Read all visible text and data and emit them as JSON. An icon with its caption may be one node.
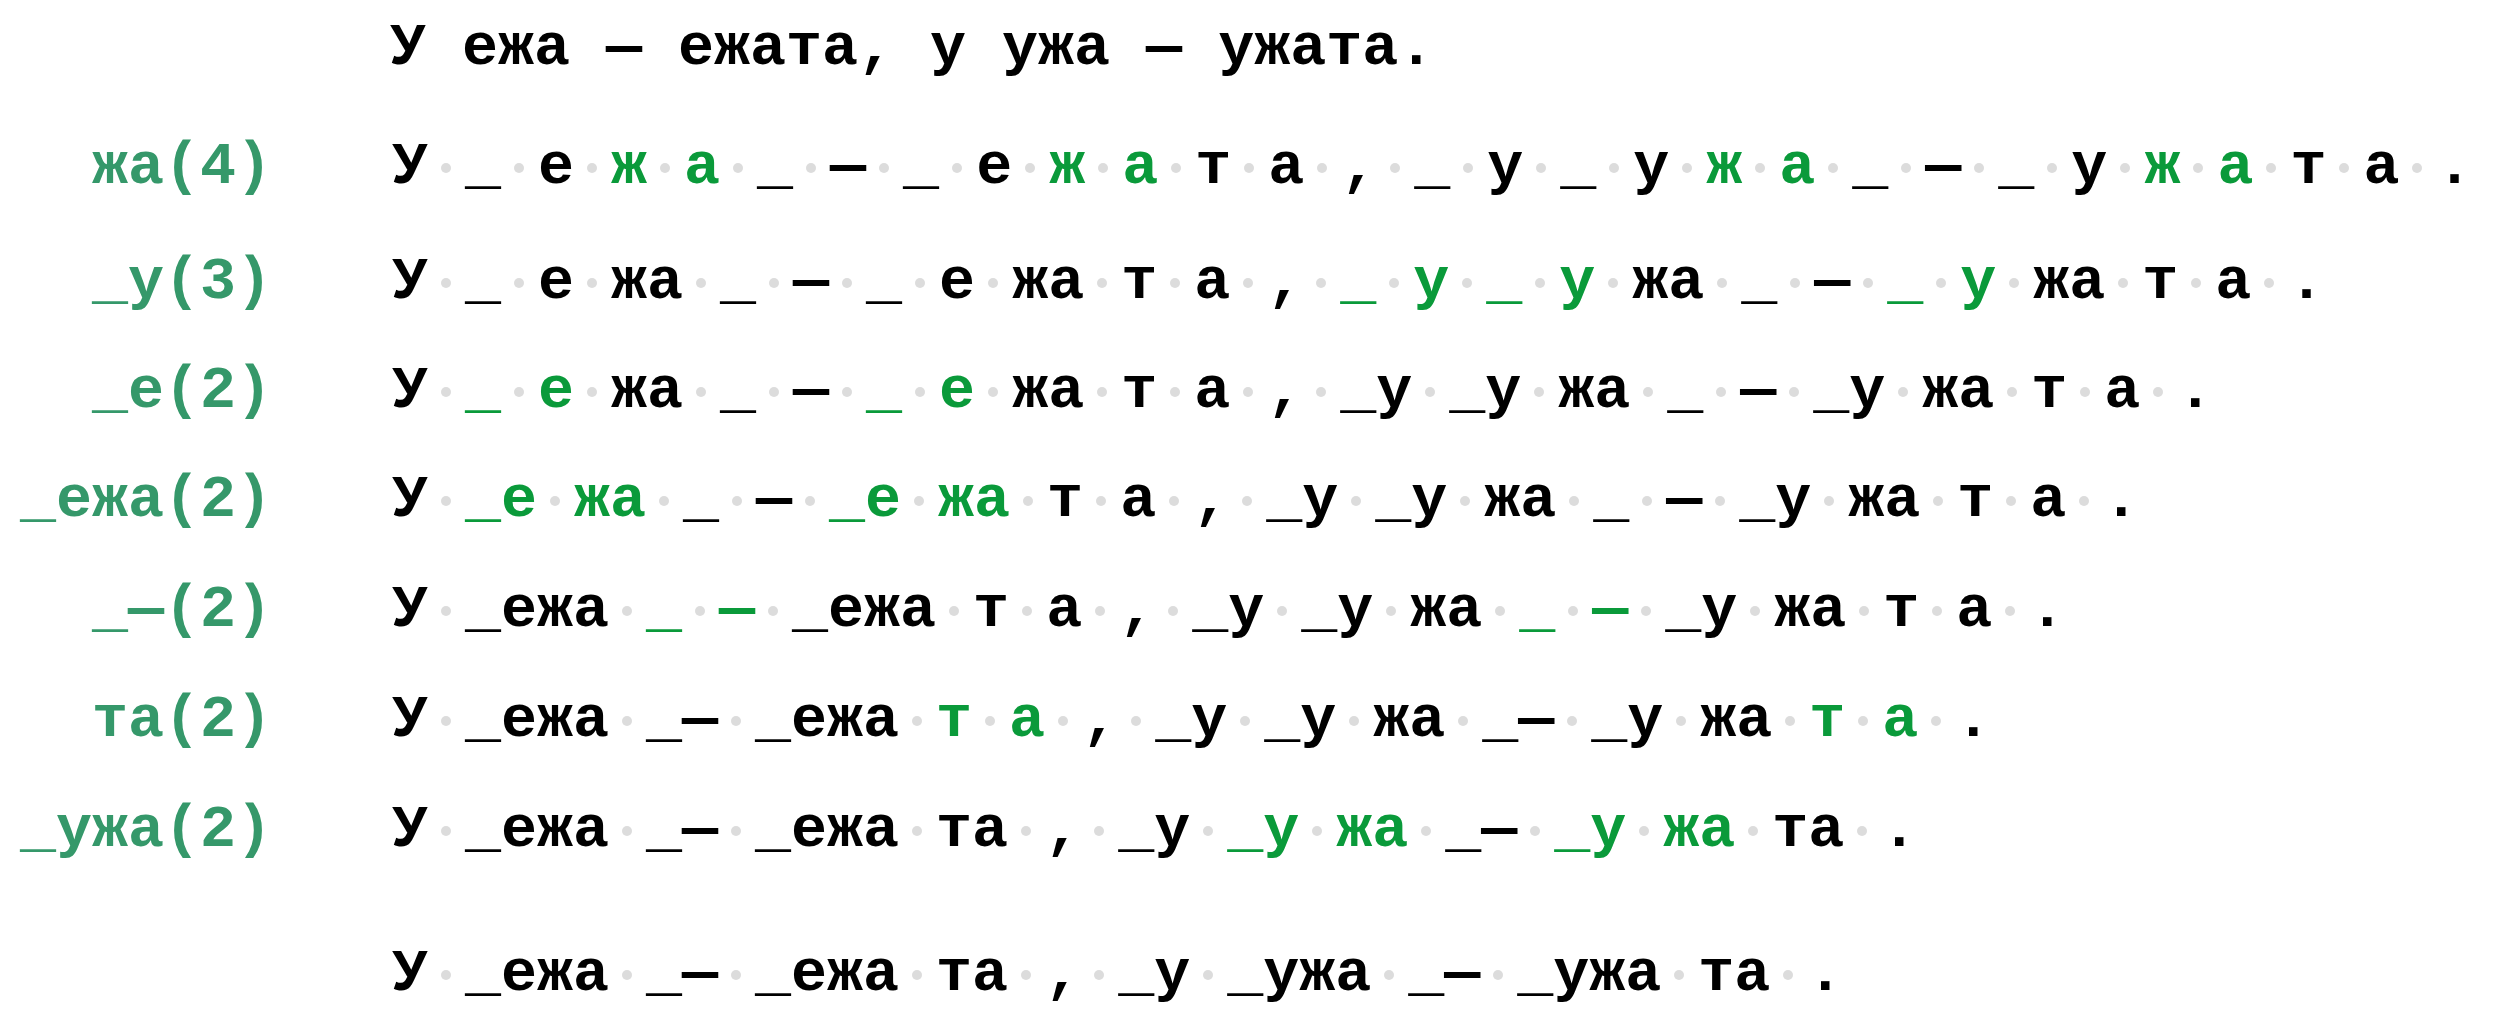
{
  "diagram": {
    "title": "У ежа — ежата, у ужа — ужата.",
    "labels": [
      "жа(4)",
      "У",
      "_",
      "е",
      "ж",
      "а",
      "_",
      "—",
      "_",
      "е",
      "ж",
      "а",
      "т",
      "а",
      ",",
      "_",
      "у",
      "_",
      "у",
      "ж",
      "а",
      "_",
      "—",
      "_",
      "у",
      "ж",
      "а",
      "т",
      "а",
      ".",
      "_у(3)",
      "У",
      "_",
      "е",
      "жа",
      "_",
      "—",
      "_",
      "е",
      "жа",
      "т",
      "а",
      ",",
      "_",
      "у",
      "_",
      "у",
      "жа",
      "_",
      "—",
      "_",
      "у",
      "жа",
      "т",
      "а",
      ".",
      "_е(2)",
      "У",
      "_",
      "е",
      "жа",
      "_",
      "—",
      "_",
      "е",
      "жа",
      "т",
      "а",
      ",",
      "_у",
      "_у",
      "жа",
      "_",
      "—",
      "_у",
      "жа",
      "т",
      "а",
      ".",
      "_ежа(2)",
      "У",
      "_е",
      "жа",
      "_",
      "—",
      "_е",
      "жа",
      "т",
      "а",
      ",",
      "_у",
      "_у",
      "жа",
      "_",
      "—",
      "_у",
      "жа",
      "т",
      "а",
      ".",
      "_—(2)",
      "У",
      "_ежа",
      "_",
      "—",
      "_ежа",
      "т",
      "а",
      ",",
      "_у",
      "_у",
      "жа",
      "_",
      "—",
      "_у",
      "жа",
      "т",
      "а",
      ".",
      "та(2)",
      "У",
      "_ежа",
      "_—",
      "_ежа",
      "т",
      "а",
      ",",
      "_у",
      "_у",
      "жа",
      "_—",
      "_у",
      "жа",
      "т",
      "а",
      ".",
      "_ужа(2)",
      "У",
      "_ежа",
      "_—",
      "_ежа",
      "та",
      ",",
      "_у",
      "_у",
      "жа",
      "_—",
      "_у",
      "жа",
      "та",
      ".",
      "У",
      "_ежа",
      "_—",
      "_ежа",
      "та",
      ",",
      "_у",
      "_ужа",
      "_—",
      "_ужа",
      "та",
      "."
    ]
  }
}
